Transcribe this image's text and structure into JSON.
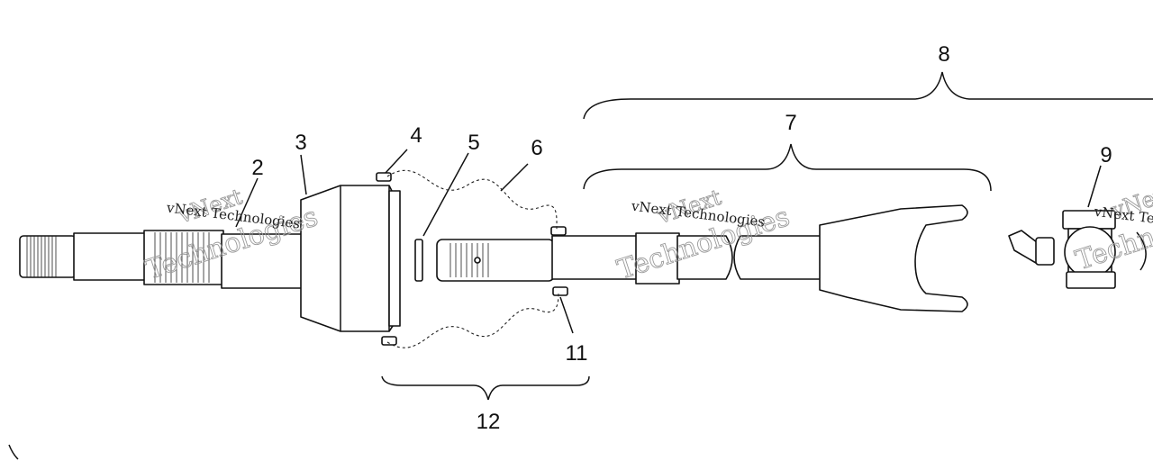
{
  "callouts": {
    "c2": "2",
    "c3": "3",
    "c4": "4",
    "c5": "5",
    "c6": "6",
    "c7": "7",
    "c8": "8",
    "c9": "9",
    "c11": "11",
    "c12": "12"
  },
  "watermark": {
    "line1": "vNext",
    "line2": "Technologies",
    "small": "vNext Technologies"
  }
}
